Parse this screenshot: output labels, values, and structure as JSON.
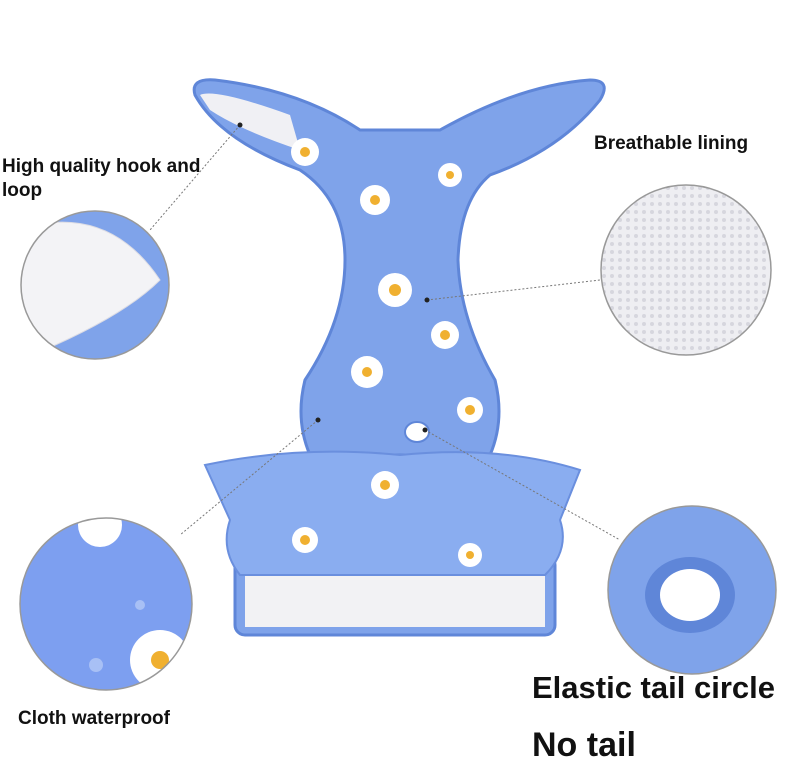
{
  "labels": {
    "hook_loop": "High quality hook and loop",
    "breathable": "Breathable lining",
    "waterproof": "Cloth waterproof",
    "elastic": "Elastic tail circle",
    "no_tail": "No tail"
  },
  "colors": {
    "fabric": "#7fa3ea",
    "fabric_dark": "#5f86d8",
    "velcro": "#f4f4f6",
    "daisy_center": "#f0b030"
  }
}
